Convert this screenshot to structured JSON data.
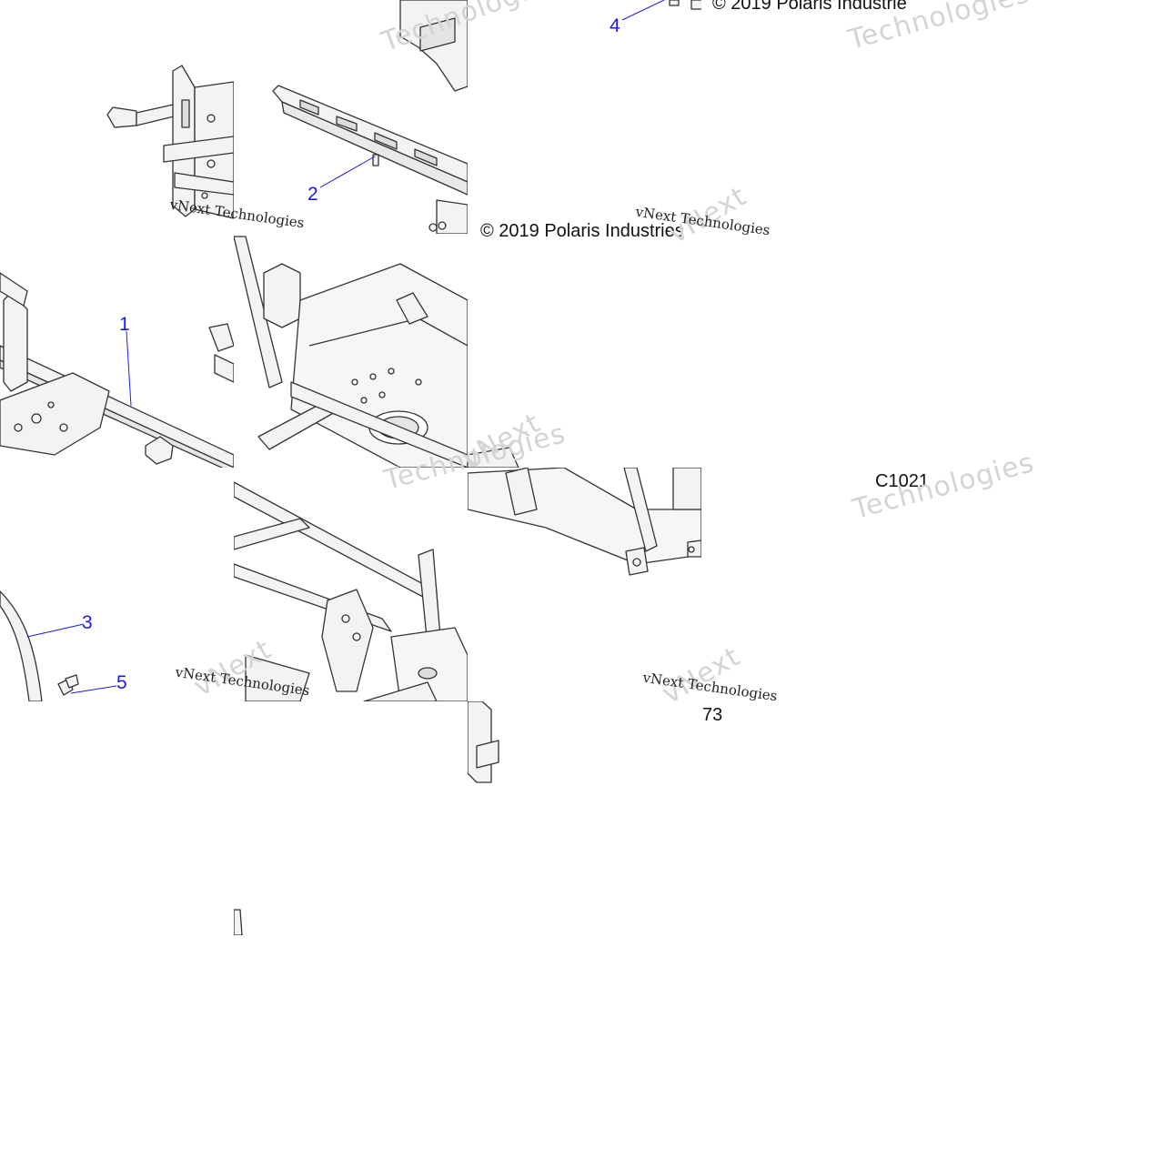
{
  "callouts": {
    "c1": "1",
    "c2": "2",
    "c3": "3",
    "c4": "4",
    "c5": "5"
  },
  "copyright": "© 2019 Polaris Industries",
  "copyright_top_right": "© 2019 Polaris Industrie",
  "figure_code": "C1021",
  "page_number": "73",
  "watermark": {
    "word_v": "vNext",
    "word_t": "Technologies",
    "line": "vNext Technologies"
  },
  "colors": {
    "callout": "#1a1aee",
    "line_art": "#333333",
    "fill": "#f2f2f2",
    "watermark": "#d4d4d4"
  }
}
